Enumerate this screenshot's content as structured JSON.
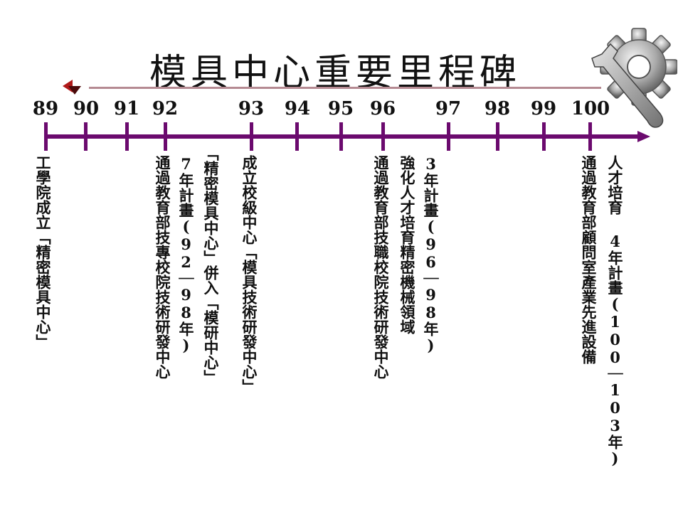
{
  "title": "模具中心重要里程碑",
  "years": [
    "89",
    "90",
    "91",
    "92",
    "93",
    "94",
    "95",
    "96",
    "97",
    "98",
    "99",
    "100"
  ],
  "events": [
    {
      "text": "工學院成立「精密模具中心」"
    },
    {
      "text": "通過教育部技專校院技術研發中心"
    },
    {
      "text": "7年計畫(92｜98年)"
    },
    {
      "text": "「精密模具中心」併入「模研中心」"
    },
    {
      "text": "成立校級中心「模具技術研發中心」"
    },
    {
      "text": "通過教育部技職校院技術研發中心"
    },
    {
      "text": "強化人才培育精密機械領域"
    },
    {
      "text": "3年計畫(96｜98年)"
    },
    {
      "text": "通過教育部顧問室產業先進設備"
    },
    {
      "text": "人才培育 4年計畫(100｜103年)"
    }
  ],
  "colors": {
    "timeline": "#6b0a6e",
    "title_rule": "#b58a92",
    "bullet": "#b01919"
  },
  "icons": {
    "logo": "gear-wrench-icon"
  }
}
